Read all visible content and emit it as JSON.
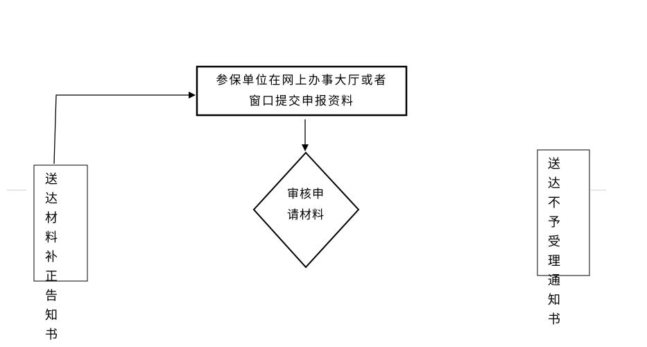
{
  "nodes": {
    "submit": {
      "line1": "参保单位在网上办事大厅或者",
      "line2": "窗口提交申报资料"
    },
    "review": {
      "line1": "审核申",
      "line2": "请材料"
    },
    "supplement": {
      "text": "送达材料补正告知书"
    },
    "reject": {
      "text": "送达不予受理通知书"
    }
  }
}
